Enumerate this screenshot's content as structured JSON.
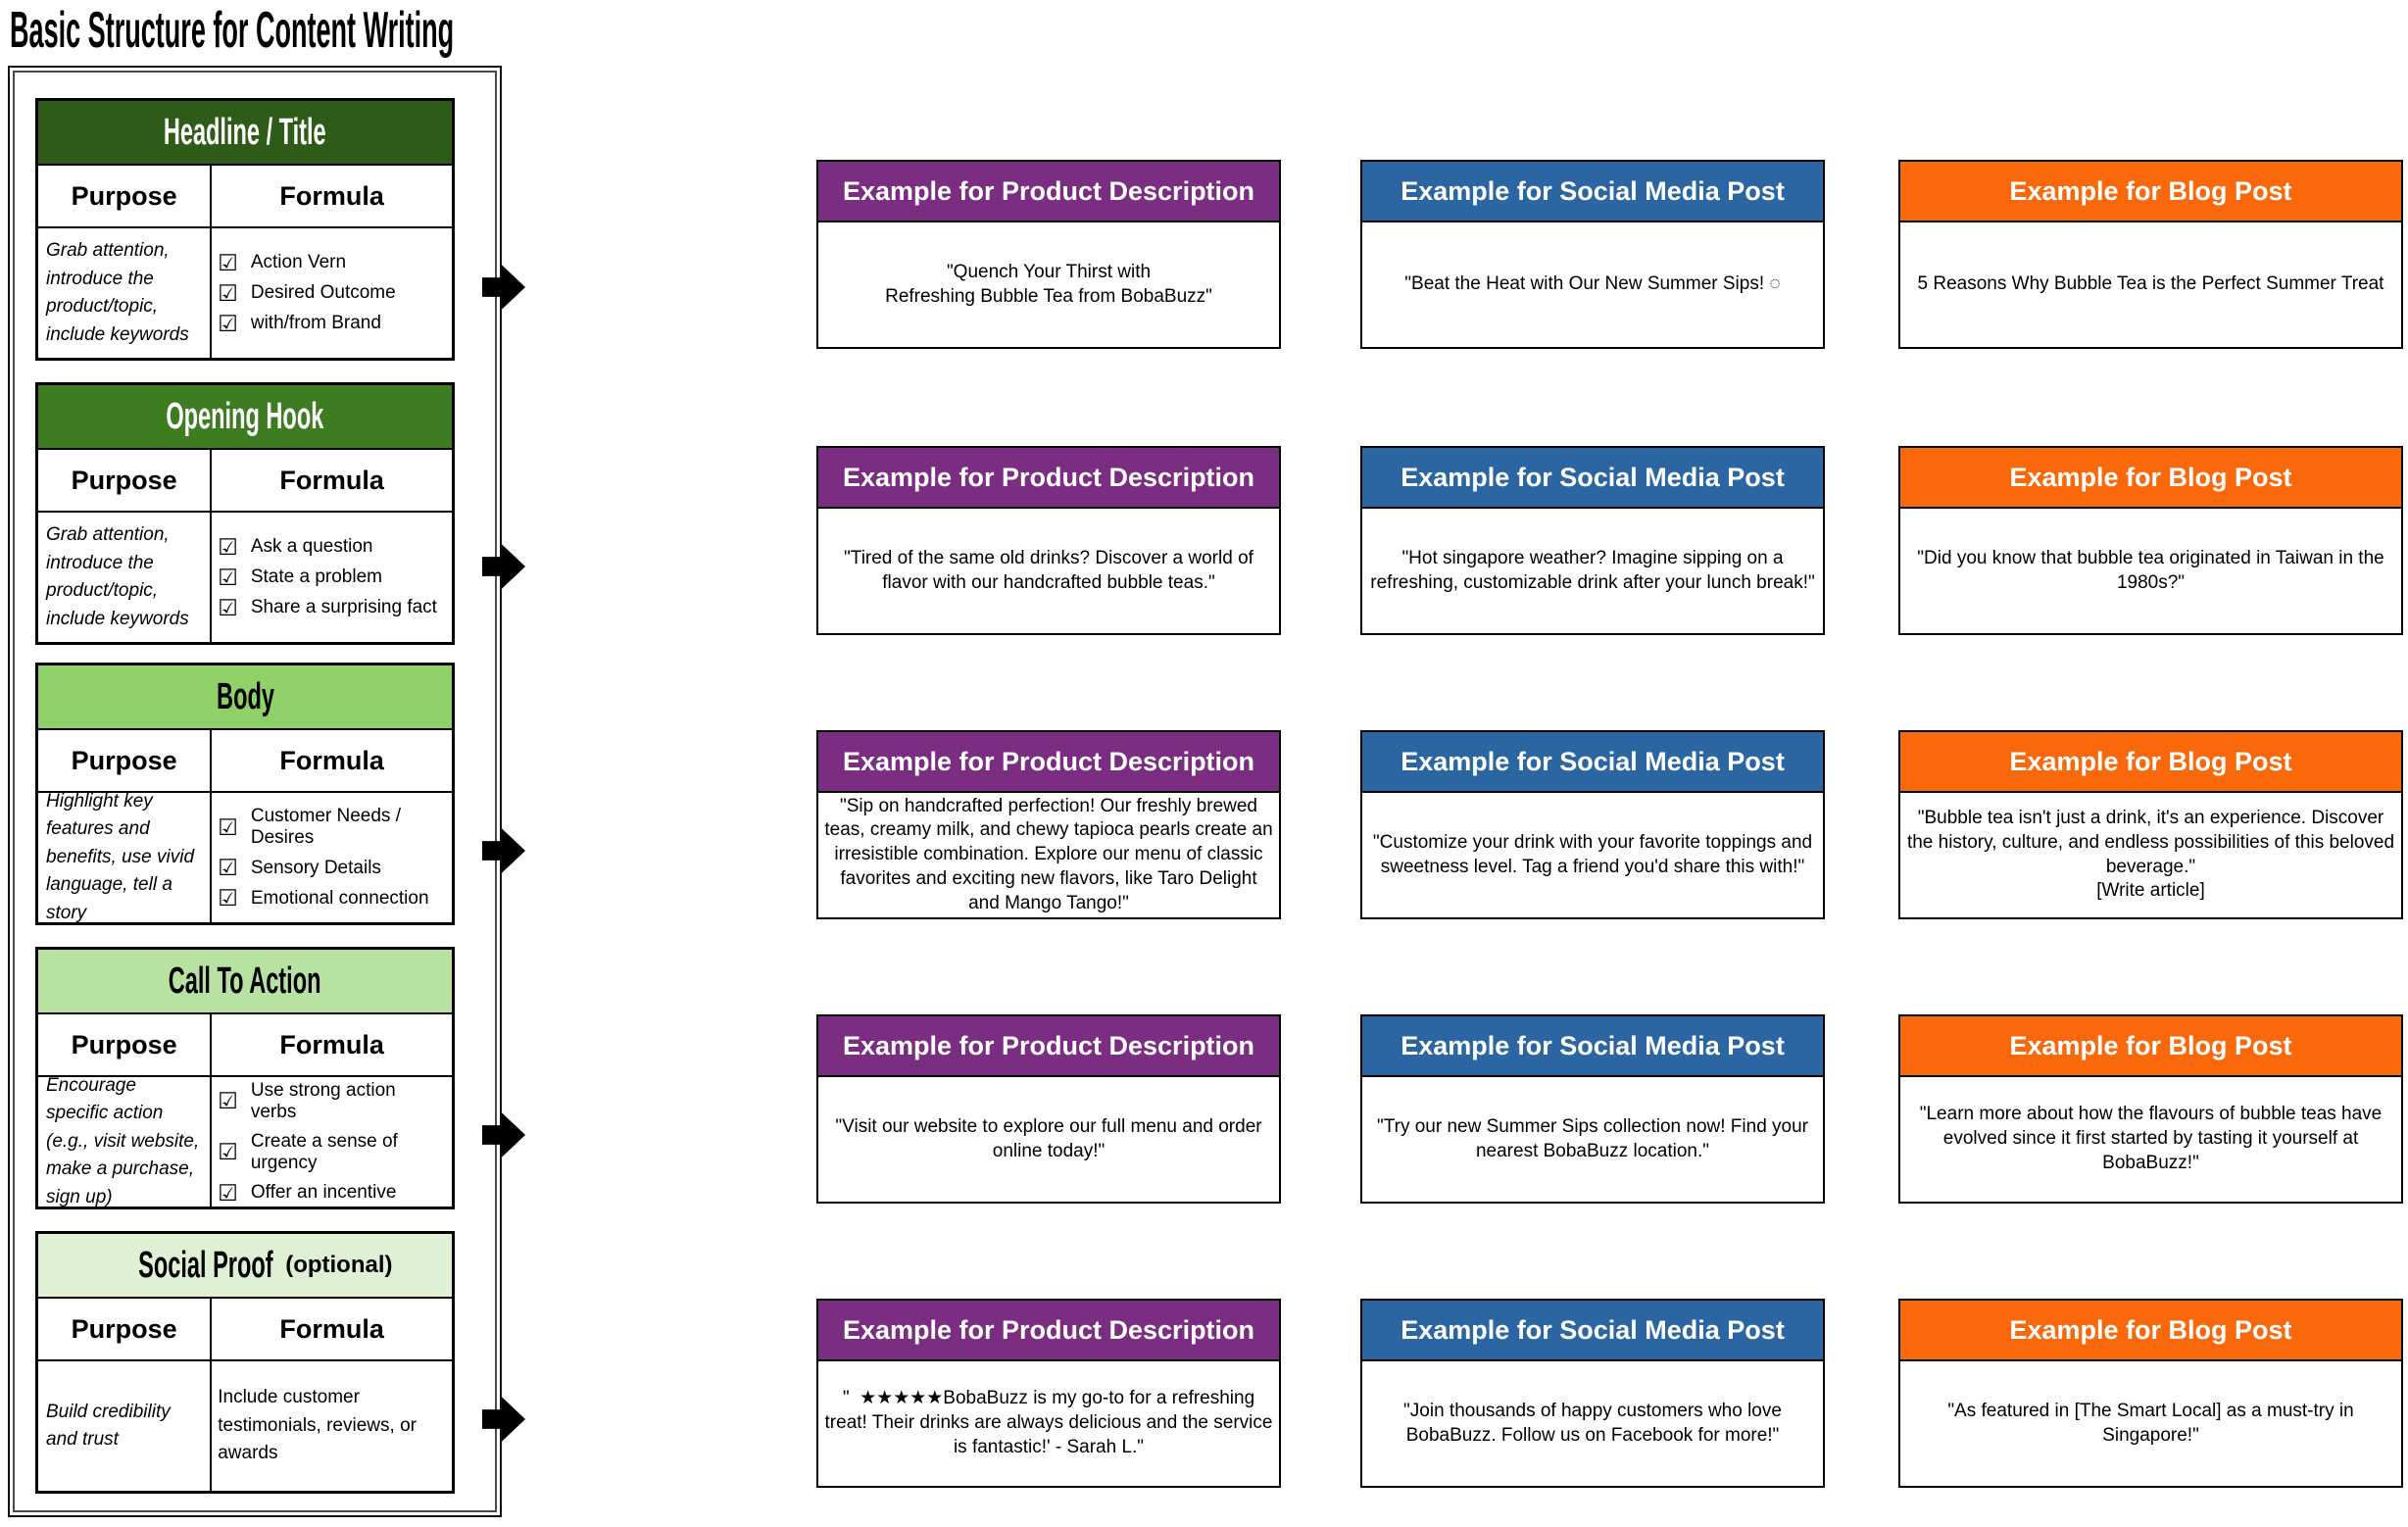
{
  "page_title": "Basic Structure for Content Writing",
  "table_labels": {
    "purpose": "Purpose",
    "formula": "Formula"
  },
  "icons": {
    "checkbox": "☑",
    "arrow": "right-block-arrow",
    "stars": "★★★★★",
    "sun_placeholder": "◌"
  },
  "colors": {
    "headline_header": "#2E5C18",
    "opening_hook_header": "#3E7C22",
    "body_header": "#8FD068",
    "call_to_action_header": "#B8E2A2",
    "social_proof_header": "#DFF1D5",
    "product_column_header": "#7B2D81",
    "social_column_header": "#2B66A3",
    "blog_column_header": "#F9690C"
  },
  "example_columns": [
    {
      "key": "product",
      "label": "Example for Product Description"
    },
    {
      "key": "social",
      "label": "Example for Social Media Post"
    },
    {
      "key": "blog",
      "label": "Example for Blog Post"
    }
  ],
  "sections": [
    {
      "header": "Headline / Title",
      "purpose": "Grab attention, introduce the product/topic, include keywords",
      "formula_items": [
        "Action Vern",
        "Desired Outcome",
        "with/from Brand"
      ],
      "examples": {
        "product": "\"Quench Your Thirst with\nRefreshing Bubble Tea from BobaBuzz\"",
        "social": "\"Beat the Heat with Our New Summer Sips! ◌",
        "blog": "5 Reasons Why Bubble Tea is the Perfect Summer Treat"
      }
    },
    {
      "header": "Opening Hook",
      "purpose": "Grab attention, introduce the product/topic, include keywords",
      "formula_items": [
        "Ask a question",
        "State a problem",
        "Share a surprising fact"
      ],
      "examples": {
        "product": "\"Tired of the same old drinks? Discover a world of flavor with our handcrafted bubble teas.\"",
        "social": "\"Hot singapore weather? Imagine sipping on a refreshing, customizable drink after your lunch break!\"",
        "blog": "\"Did you know that bubble tea originated in Taiwan in the 1980s?\""
      }
    },
    {
      "header": "Body",
      "purpose": "Highlight key features and benefits, use vivid language, tell a story",
      "formula_items": [
        "Customer Needs / Desires",
        "Sensory Details",
        "Emotional connection"
      ],
      "examples": {
        "product": "\"Sip on handcrafted perfection! Our freshly brewed teas, creamy milk, and chewy tapioca pearls create an irresistible combination. Explore our menu of classic favorites and exciting new flavors, like Taro Delight and Mango Tango!\"",
        "social": "\"Customize your drink with your favorite toppings and sweetness level. Tag a friend you'd share this with!\"",
        "blog": "\"Bubble tea isn't just a drink, it's an experience. Discover the history, culture, and endless possibilities of this beloved beverage.\"\n[Write article]"
      }
    },
    {
      "header": "Call To Action",
      "purpose": "Encourage specific action (e.g., visit website, make a purchase, sign up)",
      "formula_items": [
        "Use strong action verbs",
        "Create a sense of urgency",
        "Offer an incentive"
      ],
      "examples": {
        "product": "\"Visit our website to explore our full menu and order online today!\"",
        "social": "\"Try our new Summer Sips collection now! Find your nearest BobaBuzz location.\"",
        "blog": "\"Learn more about how the flavours of bubble teas have evolved since it first started by tasting it yourself at BobaBuzz!\""
      }
    },
    {
      "header": "Social Proof",
      "suffix": "(optional)",
      "purpose": "Build credibility and trust",
      "formula_text": "Include customer testimonials, reviews, or awards",
      "examples": {
        "product": "\"  ★★★★★BobaBuzz is my go-to for a refreshing treat! Their drinks are always delicious and the service is fantastic!' - Sarah L.\"",
        "social": "\"Join thousands of happy customers who love BobaBuzz. Follow us on Facebook for more!\"",
        "blog": "\"As featured in [The Smart Local] as a must-try in Singapore!\""
      }
    }
  ]
}
